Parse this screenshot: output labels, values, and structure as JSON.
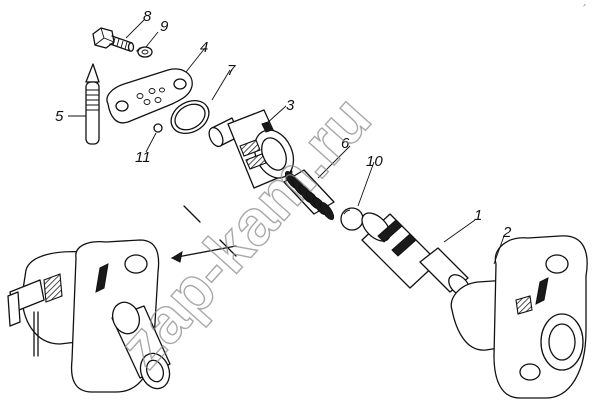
{
  "corner_mark": "ᐟ",
  "watermark": "zap-kam.ru",
  "callouts": [
    {
      "id": "c1",
      "label": "1"
    },
    {
      "id": "c2",
      "label": "2"
    },
    {
      "id": "c3",
      "label": "3"
    },
    {
      "id": "c4",
      "label": "4"
    },
    {
      "id": "c5",
      "label": "5"
    },
    {
      "id": "c6",
      "label": "6"
    },
    {
      "id": "c7",
      "label": "7"
    },
    {
      "id": "c8",
      "label": "8"
    },
    {
      "id": "c9",
      "label": "9"
    },
    {
      "id": "c10",
      "label": "10"
    },
    {
      "id": "c11",
      "label": "11"
    }
  ]
}
